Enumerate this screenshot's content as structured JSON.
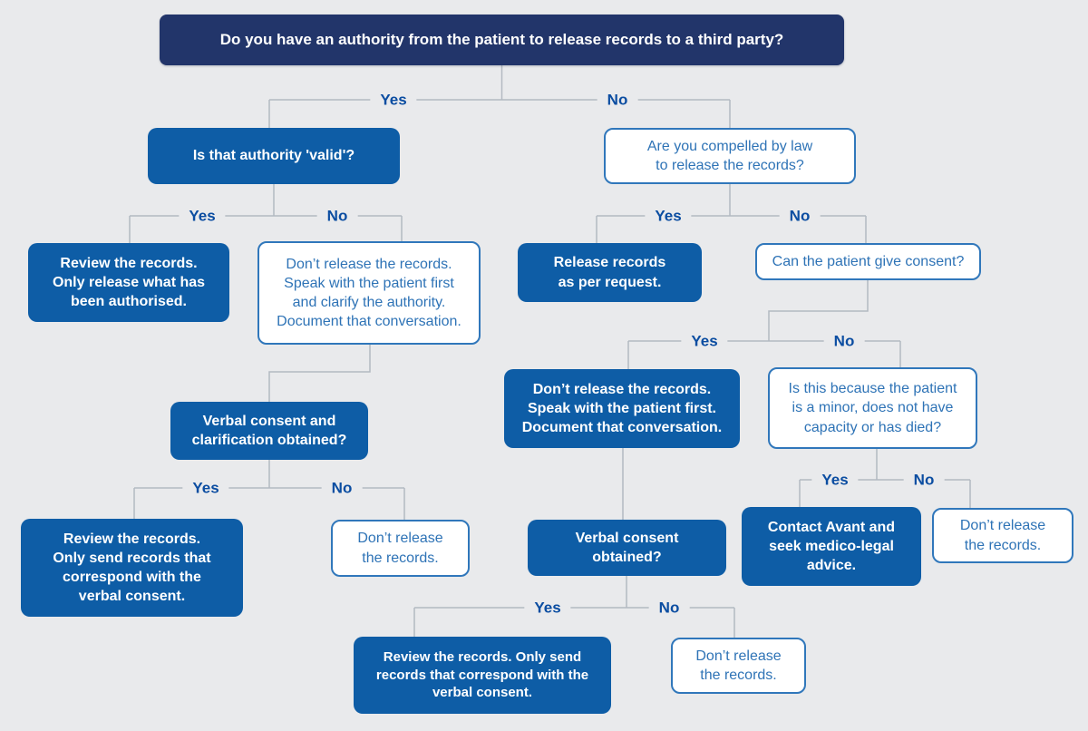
{
  "palette": {
    "background": "#e9eaec",
    "navy_box": "#22356a",
    "blue_box": "#0e5da6",
    "outline_border": "#3077bb",
    "outline_text": "#2e73b6",
    "edge_label_text": "#0b4da1",
    "connector_line": "#b3b9c1"
  },
  "edge_labels": {
    "yes": "Yes",
    "no": "No"
  },
  "nodes": {
    "q_authority": {
      "text": "Do you have an authority from the patient to release records to a third party?",
      "style": "navy"
    },
    "q_valid": {
      "text": "Is that authority 'valid'?",
      "style": "fill"
    },
    "q_compelled": {
      "text": "Are you compelled by law\nto release the records?",
      "style": "outline"
    },
    "a_review_authorised": {
      "text": "Review the records.\nOnly release what has\nbeen authorised.",
      "style": "fill"
    },
    "a_dont_clarify": {
      "text": "Don’t release the records.\nSpeak with the patient first\nand clarify the authority.\nDocument that conversation.",
      "style": "outline"
    },
    "a_release_request": {
      "text": "Release records\nas per request.",
      "style": "fill"
    },
    "q_consent": {
      "text": "Can the patient give consent?",
      "style": "outline"
    },
    "q_verbal_clarification": {
      "text": "Verbal consent and\nclarification obtained?",
      "style": "fill"
    },
    "a_dont_speak": {
      "text": "Don’t release the records.\nSpeak with the patient first.\nDocument that conversation.",
      "style": "fill"
    },
    "q_minor": {
      "text": "Is this because the patient\nis a minor, does not have\ncapacity or has died?",
      "style": "outline"
    },
    "a_review_verbal_left": {
      "text": "Review the records.\nOnly send records that\ncorrespond with the\nverbal consent.",
      "style": "fill"
    },
    "a_dont_release_1": {
      "text": "Don’t release\nthe records.",
      "style": "outline"
    },
    "q_verbal": {
      "text": "Verbal consent\nobtained?",
      "style": "fill"
    },
    "a_contact_avant": {
      "text": "Contact Avant and\nseek medico-legal\nadvice.",
      "style": "fill"
    },
    "a_dont_release_2": {
      "text": "Don’t release\nthe records.",
      "style": "outline"
    },
    "a_review_verbal_bottom": {
      "text": "Review the records. Only send\nrecords that correspond with the\nverbal consent.",
      "style": "fill"
    },
    "a_dont_release_3": {
      "text": "Don’t release\nthe records.",
      "style": "outline"
    }
  },
  "edges": [
    {
      "from": "q_authority",
      "label": "Yes",
      "to": "q_valid"
    },
    {
      "from": "q_authority",
      "label": "No",
      "to": "q_compelled"
    },
    {
      "from": "q_valid",
      "label": "Yes",
      "to": "a_review_authorised"
    },
    {
      "from": "q_valid",
      "label": "No",
      "to": "a_dont_clarify"
    },
    {
      "from": "a_dont_clarify",
      "label": "",
      "to": "q_verbal_clarification"
    },
    {
      "from": "q_verbal_clarification",
      "label": "Yes",
      "to": "a_review_verbal_left"
    },
    {
      "from": "q_verbal_clarification",
      "label": "No",
      "to": "a_dont_release_1"
    },
    {
      "from": "q_compelled",
      "label": "Yes",
      "to": "a_release_request"
    },
    {
      "from": "q_compelled",
      "label": "No",
      "to": "q_consent"
    },
    {
      "from": "q_consent",
      "label": "Yes",
      "to": "a_dont_speak"
    },
    {
      "from": "q_consent",
      "label": "No",
      "to": "q_minor"
    },
    {
      "from": "a_dont_speak",
      "label": "",
      "to": "q_verbal"
    },
    {
      "from": "q_verbal",
      "label": "Yes",
      "to": "a_review_verbal_bottom"
    },
    {
      "from": "q_verbal",
      "label": "No",
      "to": "a_dont_release_3"
    },
    {
      "from": "q_minor",
      "label": "Yes",
      "to": "a_contact_avant"
    },
    {
      "from": "q_minor",
      "label": "No",
      "to": "a_dont_release_2"
    }
  ]
}
